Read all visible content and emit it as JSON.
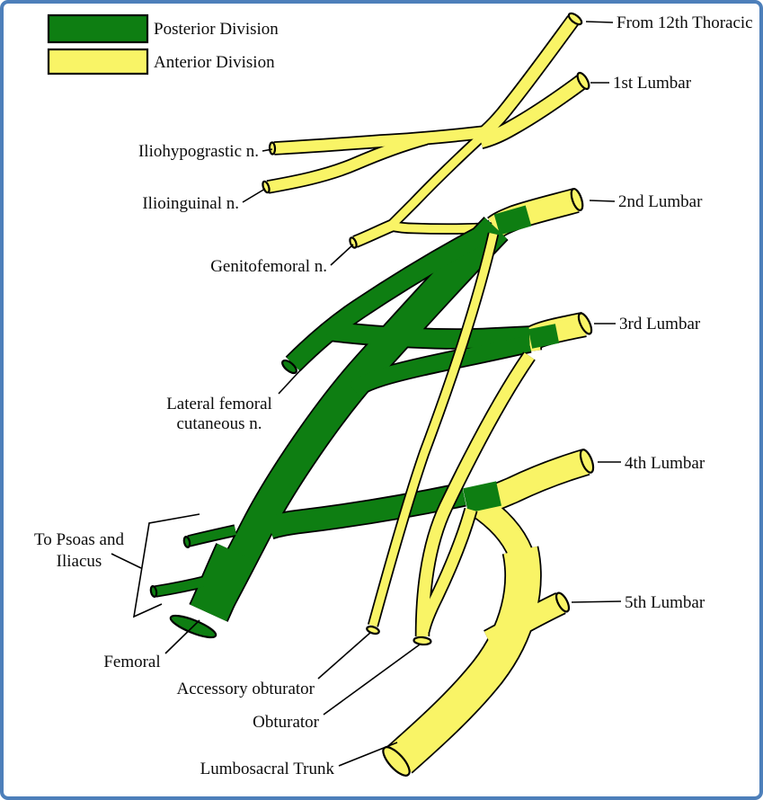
{
  "legend": {
    "posterior": {
      "label": "Posterior Division",
      "color": "#0e7e12"
    },
    "anterior": {
      "label": "Anterior Division",
      "color": "#f9f466"
    }
  },
  "labels": {
    "t12": "From 12th Thoracic",
    "l1": "1st Lumbar",
    "l2": "2nd Lumbar",
    "l3": "3rd Lumbar",
    "l4": "4th Lumbar",
    "l5": "5th Lumbar",
    "iliohypogastric": "Iliohypograstic n.",
    "ilioinguinal": "Ilioinguinal n.",
    "genitofemoral": "Genitofemoral n.",
    "lfc_line1": "Lateral femoral",
    "lfc_line2": "cutaneous n.",
    "psoas_line1": "To Psoas and",
    "psoas_line2": "Iliacus",
    "femoral": "Femoral",
    "accessory_obturator": "Accessory obturator",
    "obturator": "Obturator",
    "lumbosacral_trunk": "Lumbosacral Trunk"
  },
  "colors": {
    "posterior_green": "#0e7e12",
    "anterior_yellow": "#f9f466",
    "outline_black": "#000000",
    "frame_border_blue": "#4d7fba"
  }
}
